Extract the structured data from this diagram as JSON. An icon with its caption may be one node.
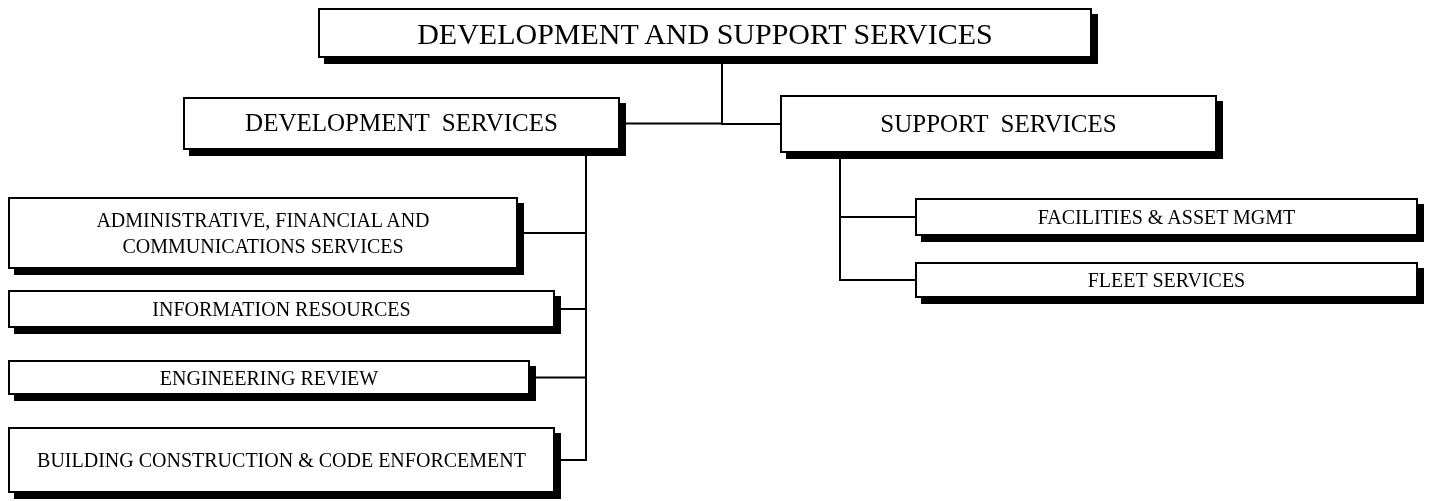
{
  "diagram": {
    "nodes": [
      {
        "text": [
          "DEVELOPMENT AND SUPPORT SERVICES"
        ]
      },
      {
        "text": [
          "DEVELOPMENT  SERVICES"
        ]
      },
      {
        "text": [
          "SUPPORT  SERVICES"
        ]
      },
      {
        "text": [
          "ADMINISTRATIVE, FINANCIAL AND COMMUNICATIONS SERVICES"
        ]
      },
      {
        "text": [
          "INFORMATION RESOURCES"
        ]
      },
      {
        "text": [
          "ENGINEERING REVIEW"
        ]
      },
      {
        "text": [
          "BUILDING CONSTRUCTION & CODE ENFORCEMENT"
        ]
      },
      {
        "text": [
          "FACILITIES & ASSET MGMT"
        ]
      },
      {
        "text": [
          "FLEET SERVICES"
        ]
      }
    ],
    "edges": [
      {
        "from": 0,
        "to": 1,
        "arrow": "none"
      },
      {
        "from": 0,
        "to": 2,
        "arrow": "none"
      },
      {
        "from": 1,
        "to": 3,
        "arrow": "none"
      },
      {
        "from": 1,
        "to": 4,
        "arrow": "none"
      },
      {
        "from": 1,
        "to": 5,
        "arrow": "none"
      },
      {
        "from": 1,
        "to": 6,
        "arrow": "none"
      },
      {
        "from": 2,
        "to": 7,
        "arrow": "none"
      },
      {
        "from": 2,
        "to": 8,
        "arrow": "none"
      }
    ]
  }
}
